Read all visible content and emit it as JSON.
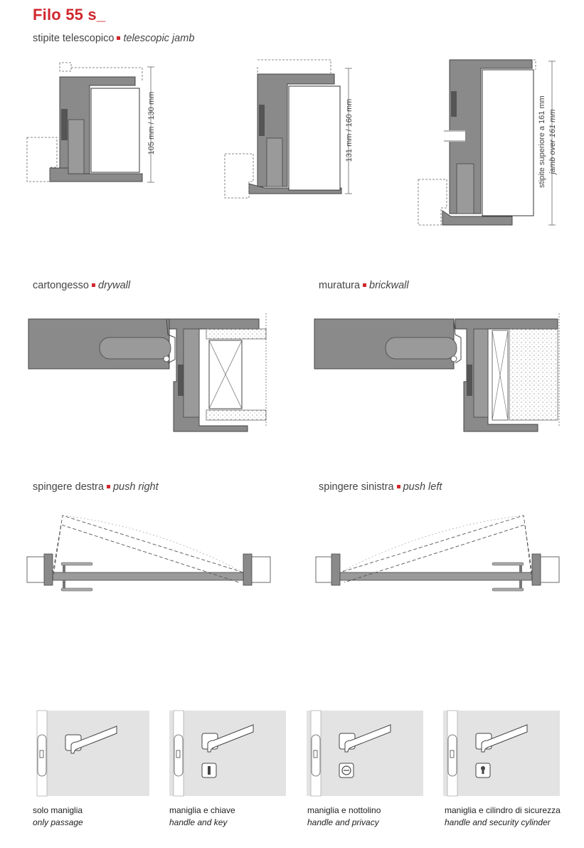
{
  "title": "Filo 55 s_",
  "telescopic": {
    "label_it": "stipite telescopico",
    "label_en": "telescopic jamb",
    "dims": [
      "105 mm / 130 mm",
      "131 mm / 160 mm"
    ],
    "dim3_it": "stipite superiore a 161 mm",
    "dim3_en": "jamb over 161 mm"
  },
  "walls": {
    "drywall_it": "cartongesso",
    "drywall_en": "drywall",
    "brickwall_it": "muratura",
    "brickwall_en": "brickwall"
  },
  "opening": {
    "right_it": "spingere destra",
    "right_en": "push right",
    "left_it": "spingere sinistra",
    "left_en": "push left"
  },
  "hardware": [
    {
      "it": "solo maniglia",
      "en": "only passage"
    },
    {
      "it": "maniglia e chiave",
      "en": "handle and key"
    },
    {
      "it": "maniglia e nottolino",
      "en": "handle and privacy"
    },
    {
      "it": "maniglia e cilindro di sicurezza",
      "en": "handle and security cylinder"
    }
  ],
  "colors": {
    "accent": "#d0272d",
    "frame": "#8a8a8a",
    "panel": "#e3e3e3"
  }
}
